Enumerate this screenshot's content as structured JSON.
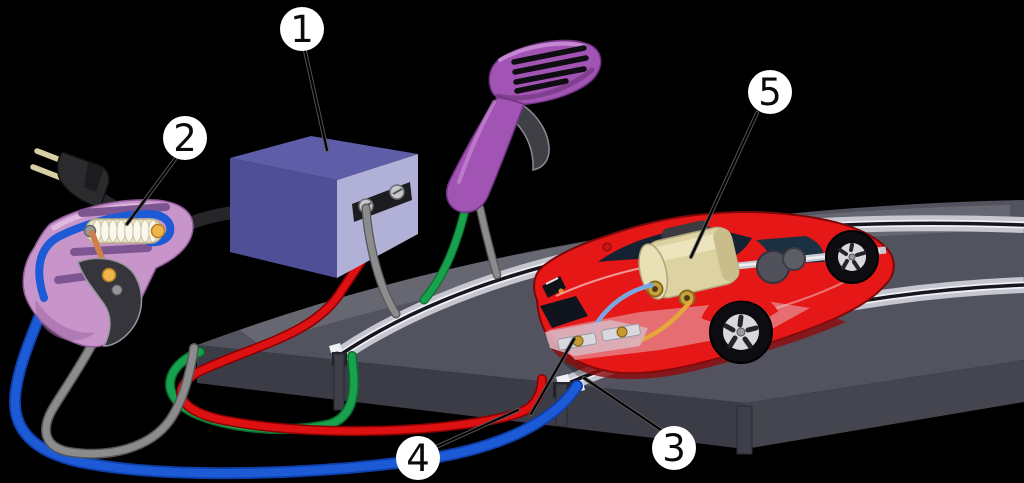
{
  "figure": {
    "type": "diagram",
    "badges": [
      {
        "text": "1",
        "target": "power-supply-unit"
      },
      {
        "text": "2",
        "target": "hand-controller-resistor-coil"
      },
      {
        "text": "3",
        "target": "track-slot-and-rails"
      },
      {
        "text": "4",
        "target": "power-wires"
      },
      {
        "text": "5",
        "target": "car-motor"
      }
    ],
    "colors": {
      "background": "#000000",
      "track_surface": "#53535f",
      "track_face": "#3c3c47",
      "track_end": "#45454f",
      "rail_light": "#c6c6d0",
      "rail_bright": "#eef0f5",
      "slot_dark": "#16161c",
      "psu_left": "#4f4f97",
      "psu_top": "#5d5da8",
      "psu_right": "#b1b1d8",
      "wire_red": "#dd1111",
      "wire_green": "#18a24d",
      "wire_blue": "#1c5ad6",
      "wire_gray": "#8c8c8c",
      "cord_black": "#26262a",
      "ctrl_pink": "#c795ca",
      "ctrl_pink_dark": "#9e68a4",
      "ctrl_purple": "#a254b4",
      "coil_cream": "#ece5c4",
      "copper": "#cd7f4e",
      "gold": "#efb54a",
      "car_red": "#e51717",
      "car_red_dark": "#8f0d0d",
      "window_dark": "#152231",
      "motor_tan": "#ddd2a2",
      "metal_silver": "#c9c9d1",
      "wheel_dark": "#0d0d11",
      "rim_silver": "#d8d8de",
      "badge_bg": "#ffffff",
      "badge_text": "#0a0a0a",
      "pointer": "#000000"
    }
  }
}
